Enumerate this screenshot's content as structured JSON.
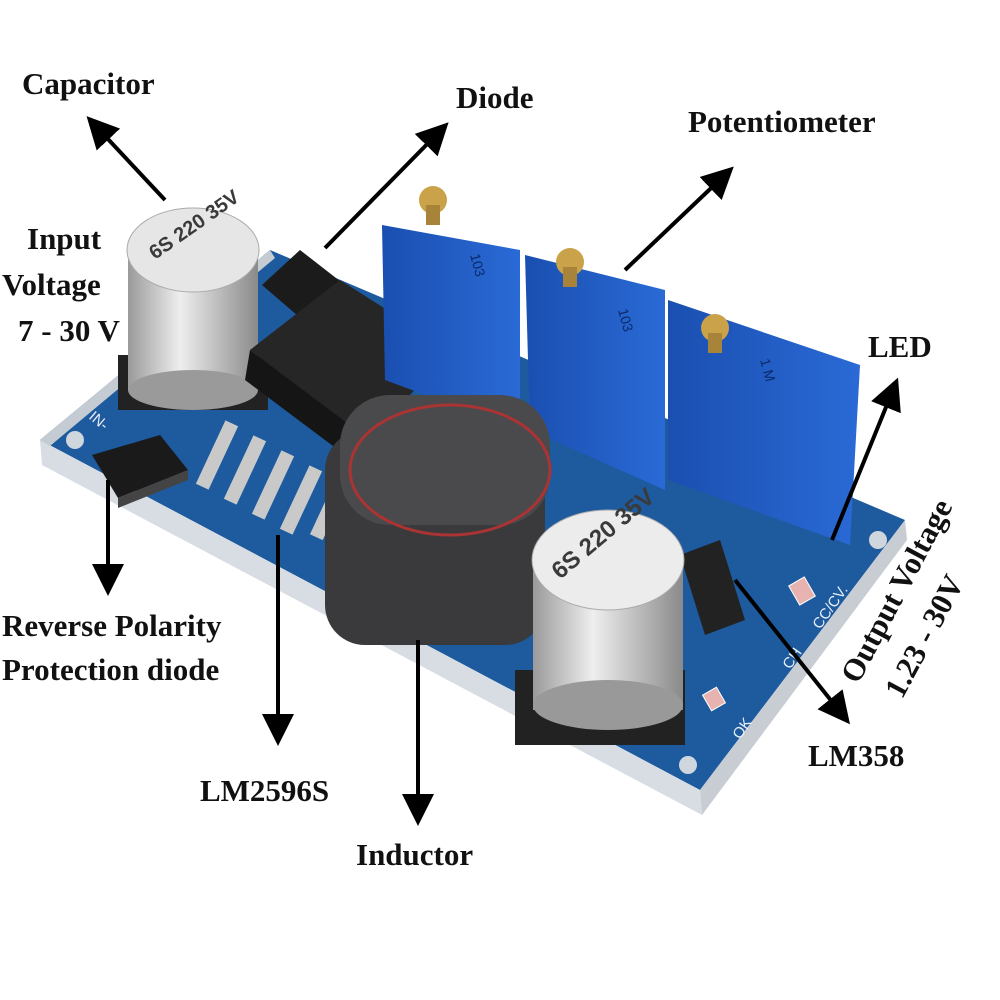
{
  "labels": {
    "capacitor": "Capacitor",
    "diode": "Diode",
    "potentiometer": "Potentiometer",
    "input_voltage": [
      "Input",
      "Voltage",
      "7 - 30 V"
    ],
    "led": "LED",
    "output_voltage": [
      "Output Voltage",
      "1.23 - 30V"
    ],
    "reverse_polarity": [
      "Reverse Polarity",
      "Protection diode"
    ],
    "lm2596s": "LM2596S",
    "inductor": "Inductor",
    "lm358": "LM358"
  },
  "markings": {
    "capacitor": [
      "6S",
      "220",
      "35V"
    ],
    "pots": [
      "103",
      "1 M"
    ],
    "silkscreen": {
      "in_minus": "IN-",
      "cc_cv": "CC/CV.",
      "ok": "OK",
      "ch": "CH"
    }
  },
  "colors": {
    "pcb": "#1d5a9e",
    "pot": "#1f5fc4",
    "label": "#111111"
  }
}
